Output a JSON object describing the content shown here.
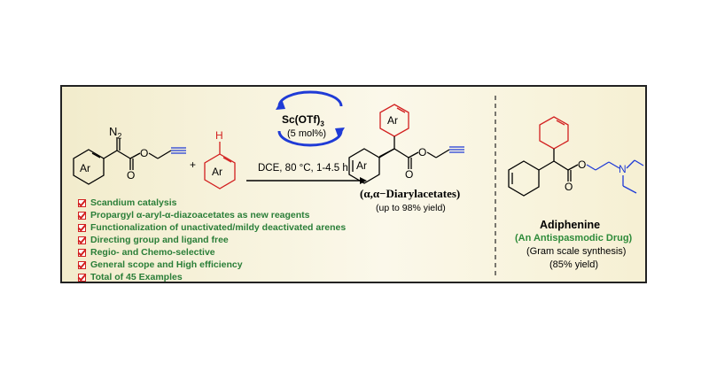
{
  "reactant": {
    "group": "N",
    "sub": "2",
    "ar": "Ar"
  },
  "plus": "+",
  "arene": {
    "h": "H",
    "ar": "Ar"
  },
  "catalyst": {
    "name": "Sc(OTf)",
    "sub": "3",
    "loading": "(5 mol%)"
  },
  "conditions": "DCE, 80 °C, 1-4.5 h",
  "product": {
    "ar_top": "Ar",
    "ar_left": "Ar",
    "o": "O",
    "carbonyl_o": "O",
    "name": "(α,α−Diarylacetates)",
    "yield": "(up to 98% yield)"
  },
  "reactant_o": {
    "ester": "O",
    "carbonyl": "O"
  },
  "features": [
    "Scandium catalysis",
    "Propargyl α-aryl-α-diazoacetates as new reagents",
    "Functionalization of unactivated/mildy deactivated arenes",
    "Directing group and ligand free",
    "Regio- and Chemo-selective",
    "General scope and High efficiency",
    "Total of 45 Examples"
  ],
  "drug": {
    "o": "O",
    "carbonyl_o": "O",
    "n": "N",
    "name": "Adiphenine",
    "class": "(An Antispasmodic Drug)",
    "scale": "(Gram scale synthesis)",
    "yield": "(85% yield)"
  },
  "colors": {
    "accent_red": "#d21f1f",
    "accent_blue": "#1f3bd6",
    "accent_green": "#2e8b3a",
    "panel_bg": "#f7f2d9"
  }
}
